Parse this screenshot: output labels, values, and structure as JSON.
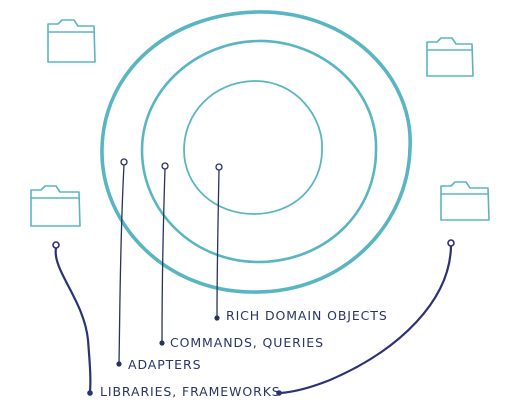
{
  "labels": {
    "rich_domain": "Rich Domain objects",
    "commands_queries": "Commands, Queries",
    "adapters": "Adapters",
    "libraries": "Libraries, Frameworks"
  },
  "colors": {
    "ring": "#5ab5c3",
    "folder": "#5ab5c3",
    "connector_light": "#28325f",
    "connector_dark": "#2b3275",
    "text": "#2a3566"
  }
}
